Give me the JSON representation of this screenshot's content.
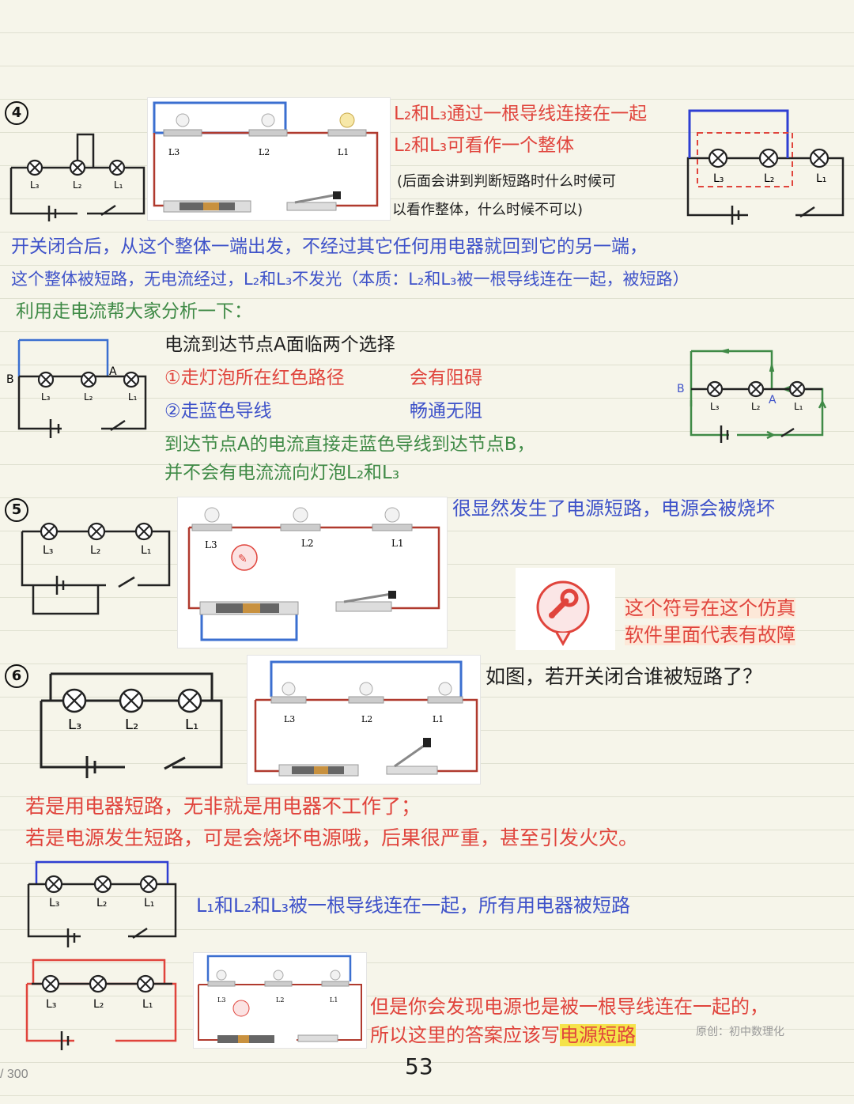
{
  "sections": {
    "s4": {
      "number": "4",
      "circuit_labels": [
        "L₃",
        "L₂",
        "L₁"
      ],
      "photo_labels": [
        "L3",
        "L2",
        "L1"
      ],
      "notes": [
        "L₂和L₃通过一根导线连接在一起",
        "L₂和L₃可看作一个整体"
      ],
      "aside": [
        "(后面会讲到判断短路时什么时候可",
        "以看作整体，什么时候不可以)"
      ],
      "explain": [
        "开关闭合后，从这个整体一端出发，不经过其它任何用电器就回到它的另一端，",
        "这个整体被短路，无电流经过，L₂和L₃不发光（本质：L₂和L₃被一根导线连在一起，被短路）"
      ],
      "method": "利用走电流帮大家分析一下：",
      "node_intro": "电流到达节点A面临两个选择",
      "option1": "①走灯泡所在红色路径",
      "option1_result": "会有阻碍",
      "option2": "②走蓝色导线",
      "option2_result": "畅通无阻",
      "conclusion": [
        "到达节点A的电流直接走蓝色导线到达节点B，",
        "并不会有电流流向灯泡L₂和L₃"
      ],
      "node_a": "A",
      "node_b": "B"
    },
    "s5": {
      "number": "5",
      "circuit_labels": [
        "L₃",
        "L₂",
        "L₁"
      ],
      "photo_labels": [
        "L3",
        "L2",
        "L1"
      ],
      "note": "很显然发生了电源短路，电源会被烧坏",
      "fault_note": [
        "这个符号在这个仿真",
        "软件里面代表有故障"
      ]
    },
    "s6": {
      "number": "6",
      "circuit_labels": [
        "L₃",
        "L₂",
        "L₁"
      ],
      "photo_labels": [
        "L3",
        "L2",
        "L1"
      ],
      "question": "如图，若开关闭合谁被短路了？",
      "answer": [
        "若是用电器短路，无非就是用电器不工作了；",
        "若是电源发生短路，可是会烧坏电源哦，后果很严重，甚至引发火灾。"
      ],
      "all_shorted": "L₁和L₂和L₃被一根导线连在一起，所有用电器被短路",
      "final": [
        "但是你会发现电源也是被一根导线连在一起的，",
        "所以这里的答案应该写"
      ],
      "final_highlight": "电源短路"
    }
  },
  "watermark": "原创：初中数理化",
  "page_number": "53",
  "pager": "/ 300",
  "colors": {
    "red": "#e0443c",
    "blue": "#3e52c9",
    "green": "#3f8a46",
    "wire_blue": "#3b6fd0",
    "wire_red": "#c0392b"
  }
}
